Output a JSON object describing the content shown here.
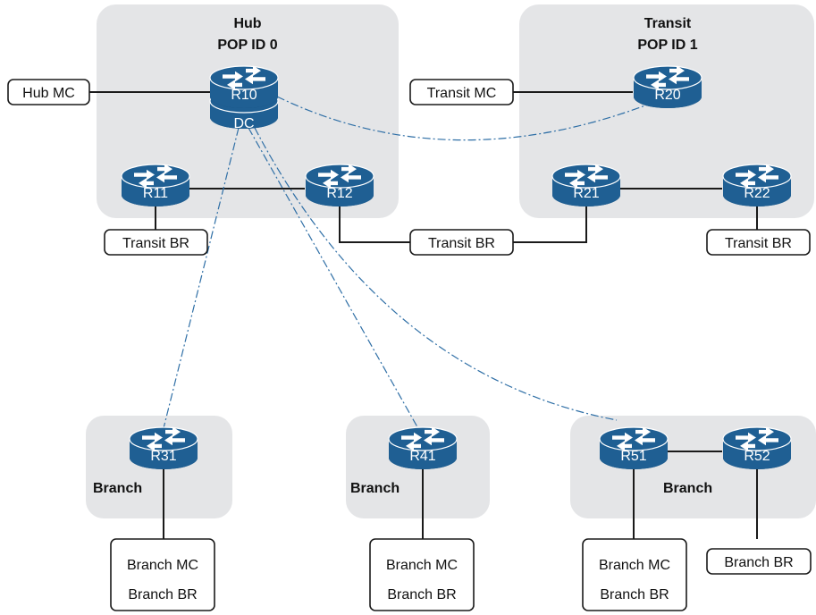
{
  "sites": {
    "hub": {
      "line1": "Hub",
      "line2": "POP ID 0"
    },
    "transit": {
      "line1": "Transit",
      "line2": "POP ID 1"
    },
    "branch_r31": "Branch",
    "branch_r41": "Branch",
    "branch_r5x": "Branch"
  },
  "routers": {
    "r10": "R10",
    "r10_role": "DC",
    "r11": "R11",
    "r12": "R12",
    "r20": "R20",
    "r21": "R21",
    "r22": "R22",
    "r31": "R31",
    "r41": "R41",
    "r51": "R51",
    "r52": "R52"
  },
  "boxes": {
    "hub_mc": "Hub MC",
    "transit_mc": "Transit MC",
    "r11_br": "Transit BR",
    "r12_r21_br": "Transit BR",
    "r22_br": "Transit BR",
    "r31_mc": "Branch MC",
    "r31_br": "Branch BR",
    "r41_mc": "Branch MC",
    "r41_br": "Branch BR",
    "r51_mc": "Branch MC",
    "r51_br": "Branch BR",
    "r52_br": "Branch BR"
  },
  "colors": {
    "router_fill": "#1f5f93",
    "router_side": "#164a74",
    "site_background": "#e4e5e7",
    "tunnel_line": "#2f6fa6"
  },
  "icons": {
    "router": "router-icon"
  }
}
